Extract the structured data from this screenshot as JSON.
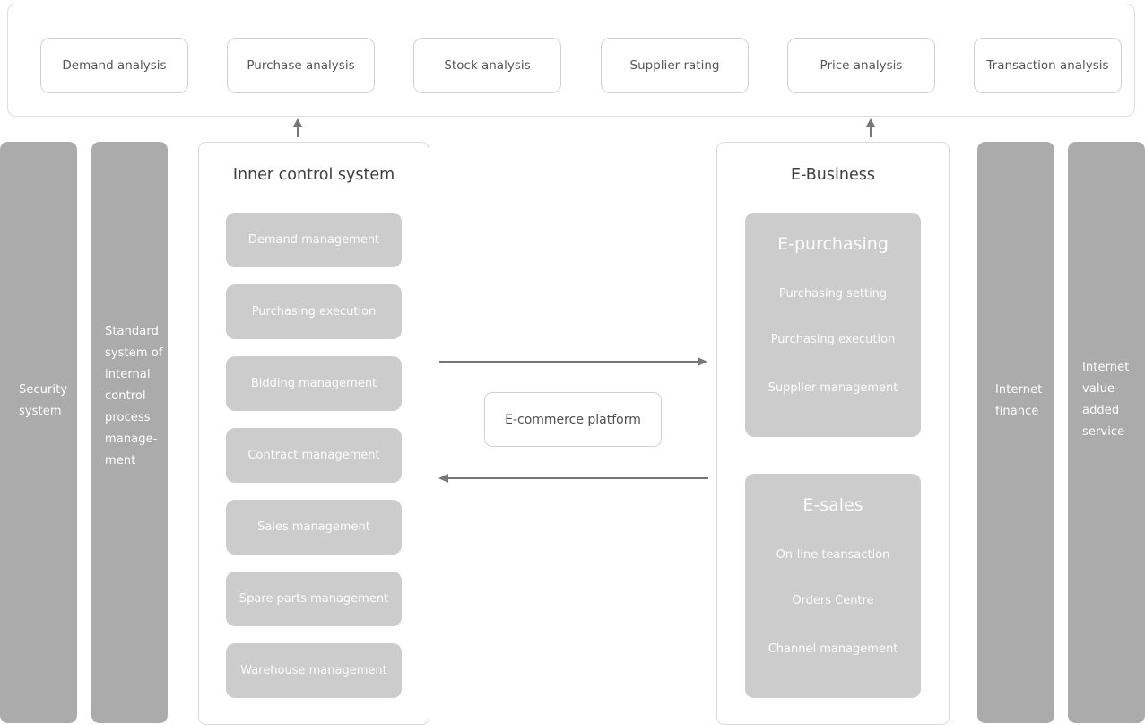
{
  "colors": {
    "bar_gray": "#ababab",
    "sub_box_gray": "#cccccc",
    "panel_border": "#d9d9d9",
    "dark_text": "#4f4f4f",
    "light_text": "#ffffff",
    "arrow_gray": "#767676"
  },
  "top_row": {
    "items": [
      "Demand analysis",
      "Purchase analysis",
      "Stock analysis",
      "Supplier rating",
      "Price analysis",
      "Transaction analysis"
    ]
  },
  "side_bars": {
    "left": [
      {
        "label": "Security\nsystem"
      },
      {
        "label": "Standard\nsystem of\ninternal\ncontrol\nprocess\nmanage-\nment"
      }
    ],
    "right": [
      {
        "label": "Internet\nfinance"
      },
      {
        "label": "Internet\nvalue-\nadded\nservice"
      }
    ]
  },
  "inner_control": {
    "title": "Inner control system",
    "items": [
      "Demand management",
      "Purchasing execution",
      "Bidding management",
      "Contract management",
      "Sales management",
      "Spare parts management",
      "Warehouse management"
    ]
  },
  "platform": {
    "label": "E-commerce platform"
  },
  "e_business": {
    "title": "E-Business",
    "groups": [
      {
        "title": "E-purchasing",
        "items": [
          "Purchasing setting",
          "Purchasing execution",
          "Supplier management"
        ]
      },
      {
        "title": "E-sales",
        "items": [
          "On-line teansaction",
          "Orders Centre",
          "Channel management"
        ]
      }
    ]
  }
}
